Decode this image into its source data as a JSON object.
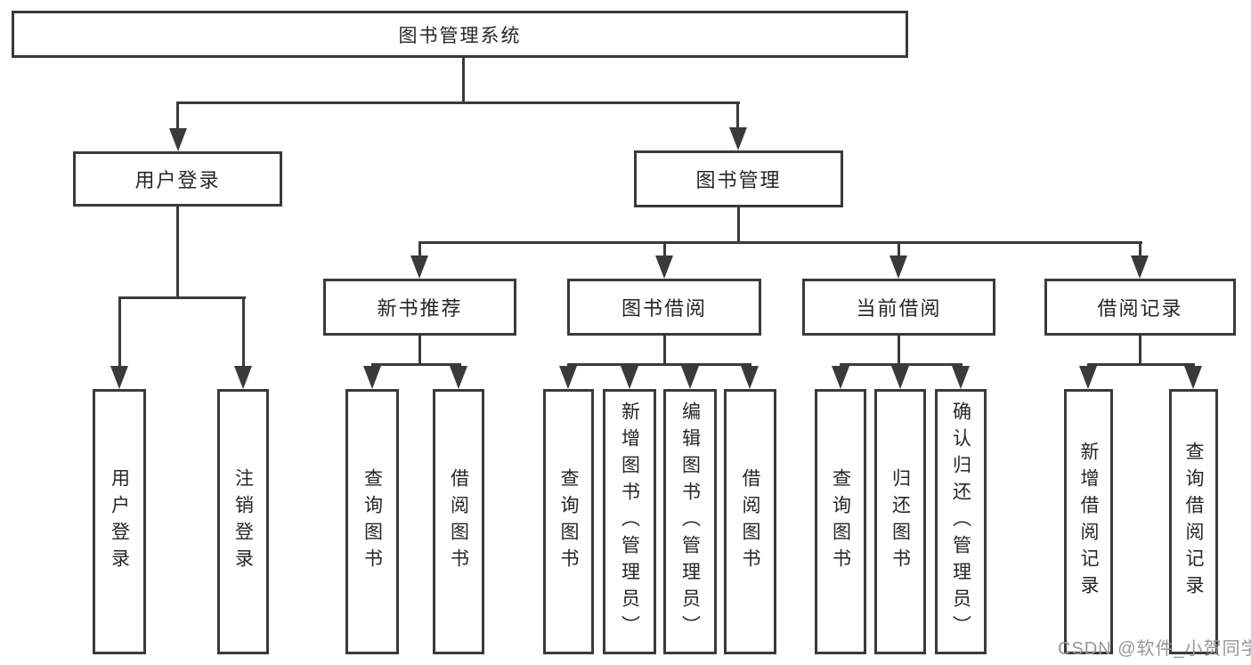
{
  "tree": {
    "label": "图书管理系统",
    "children": [
      {
        "label": "用户登录",
        "children": [
          {
            "label": "用户登录"
          },
          {
            "label": "注销登录"
          }
        ]
      },
      {
        "label": "图书管理",
        "children": [
          {
            "label": "新书推荐",
            "children": [
              {
                "label": "查询图书"
              },
              {
                "label": "借阅图书"
              }
            ]
          },
          {
            "label": "图书借阅",
            "children": [
              {
                "label": "查询图书"
              },
              {
                "label": "新增图书（管理员）"
              },
              {
                "label": "编辑图书（管理员）"
              },
              {
                "label": "借阅图书"
              }
            ]
          },
          {
            "label": "当前借阅",
            "children": [
              {
                "label": "查询图书"
              },
              {
                "label": "归还图书"
              },
              {
                "label": "确认归还（管理员）"
              }
            ]
          },
          {
            "label": "借阅记录",
            "children": [
              {
                "label": "新增借阅记录"
              },
              {
                "label": "查询借阅记录"
              }
            ]
          }
        ]
      }
    ]
  },
  "colors": {
    "line": "#3a3a3a",
    "text": "#262626",
    "watermark": "#979797",
    "background": "#ffffff"
  },
  "watermark": {
    "text": "CSDN @软件_小贺同学"
  }
}
